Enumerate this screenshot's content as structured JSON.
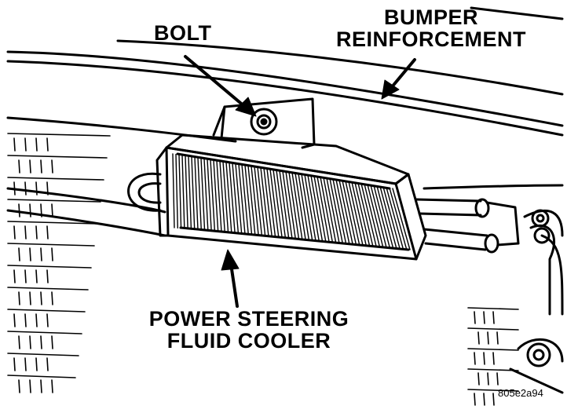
{
  "labels": {
    "bolt": "BOLT",
    "bumper_line1": "BUMPER",
    "bumper_line2": "REINFORCEMENT",
    "cooler_line1": "POWER STEERING",
    "cooler_line2": "FLUID COOLER",
    "figure_code": "805e2a94"
  },
  "colors": {
    "ink": "#000000",
    "paper": "#ffffff"
  }
}
